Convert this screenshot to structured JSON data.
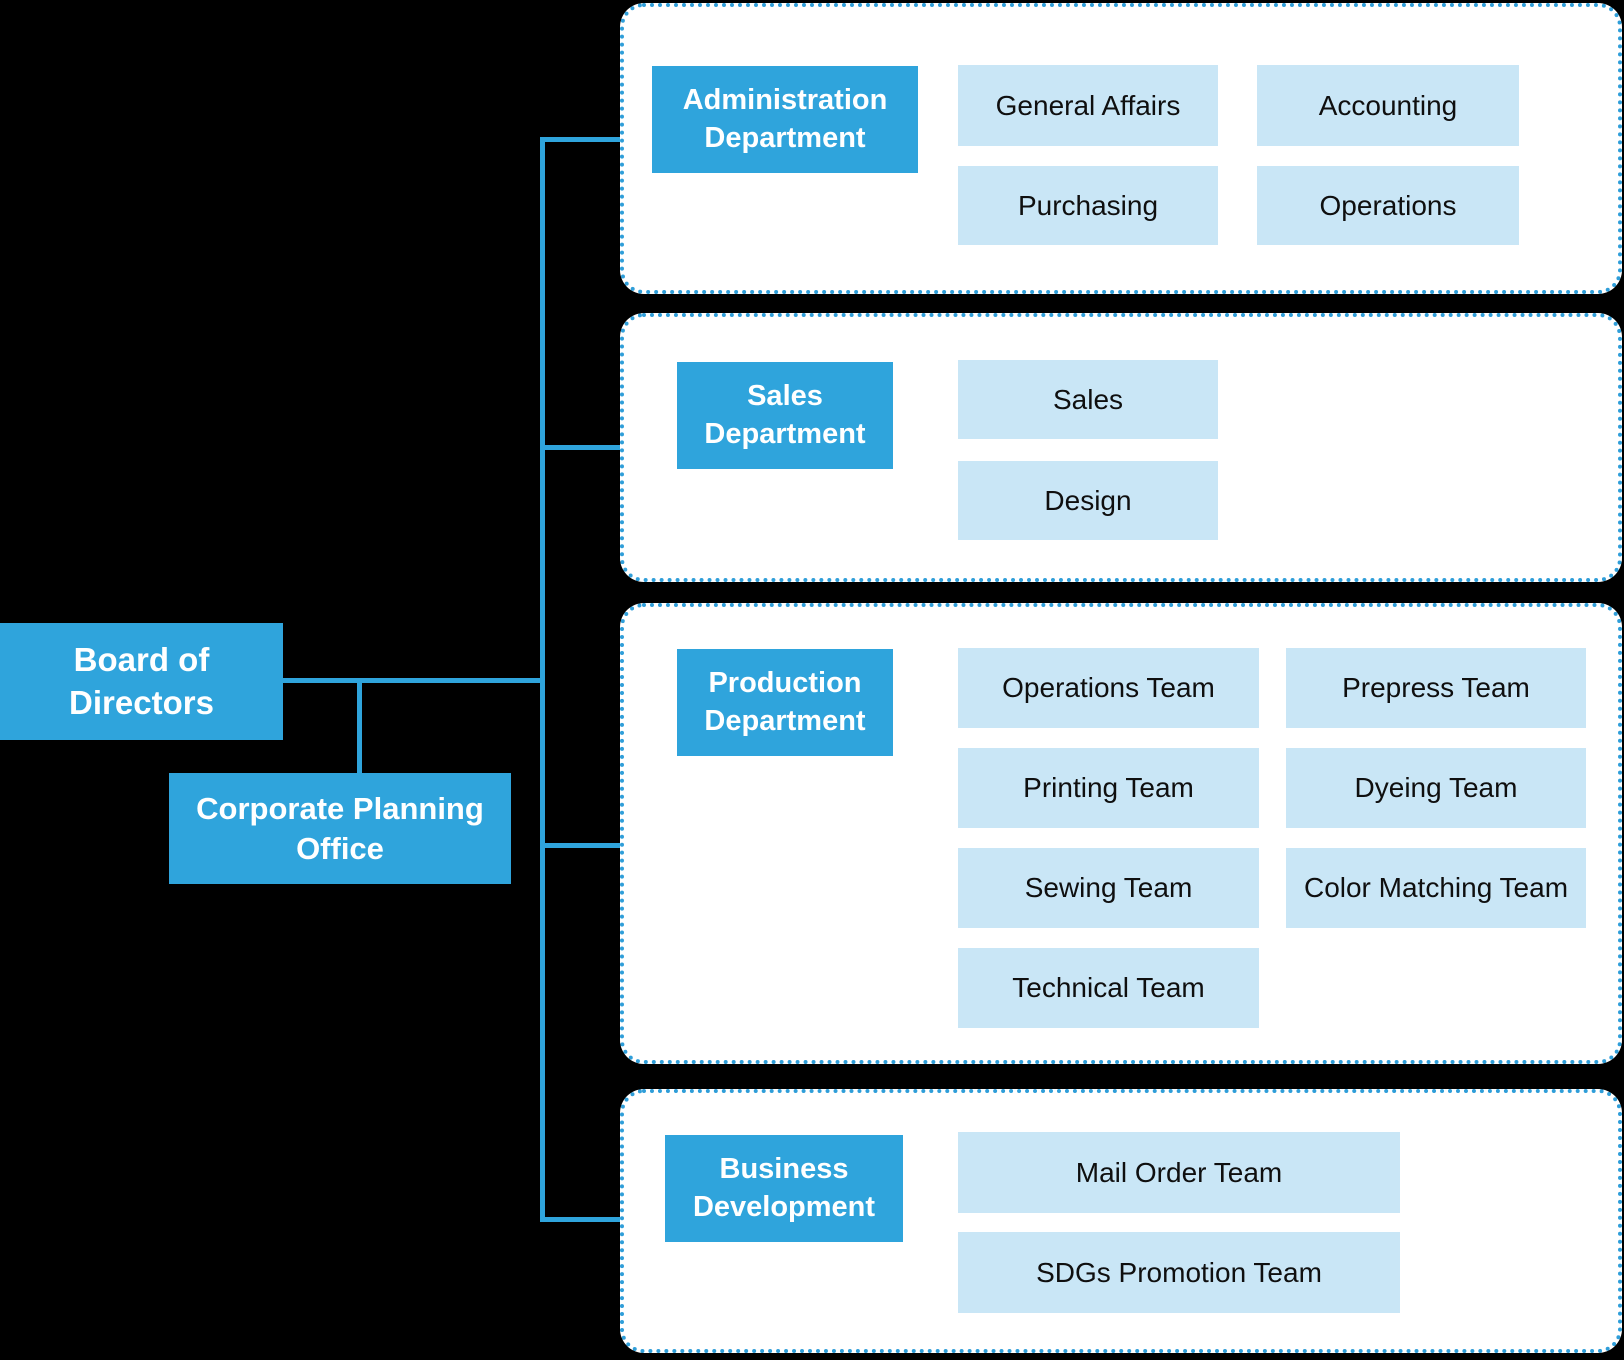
{
  "org": {
    "board": {
      "label": "Board of\nDirectors"
    },
    "corporate_planning": {
      "label": "Corporate Planning\nOffice"
    },
    "departments": [
      {
        "name": "administration",
        "header": "Administration\nDepartment",
        "items": [
          "General Affairs",
          "Accounting",
          "Purchasing",
          "Operations"
        ]
      },
      {
        "name": "sales",
        "header": "Sales\nDepartment",
        "items": [
          "Sales",
          "Design"
        ]
      },
      {
        "name": "production",
        "header": "Production\nDepartment",
        "items": [
          "Operations Team",
          "Prepress Team",
          "Printing Team",
          "Dyeing Team",
          "Sewing Team",
          "Color Matching Team",
          "Technical Team"
        ]
      },
      {
        "name": "business-development",
        "header": "Business\nDevelopment",
        "items": [
          "Mail Order Team",
          "SDGs Promotion Team"
        ]
      }
    ]
  },
  "colors": {
    "accent_blue": "#2fa4dc",
    "dotted_border_blue": "#2f9ed9",
    "light_box_blue": "#c9e6f6",
    "panel_background": "#ffffff",
    "page_background": "#000000",
    "header_text": "#ffffff",
    "item_text": "#0f0f0f"
  }
}
